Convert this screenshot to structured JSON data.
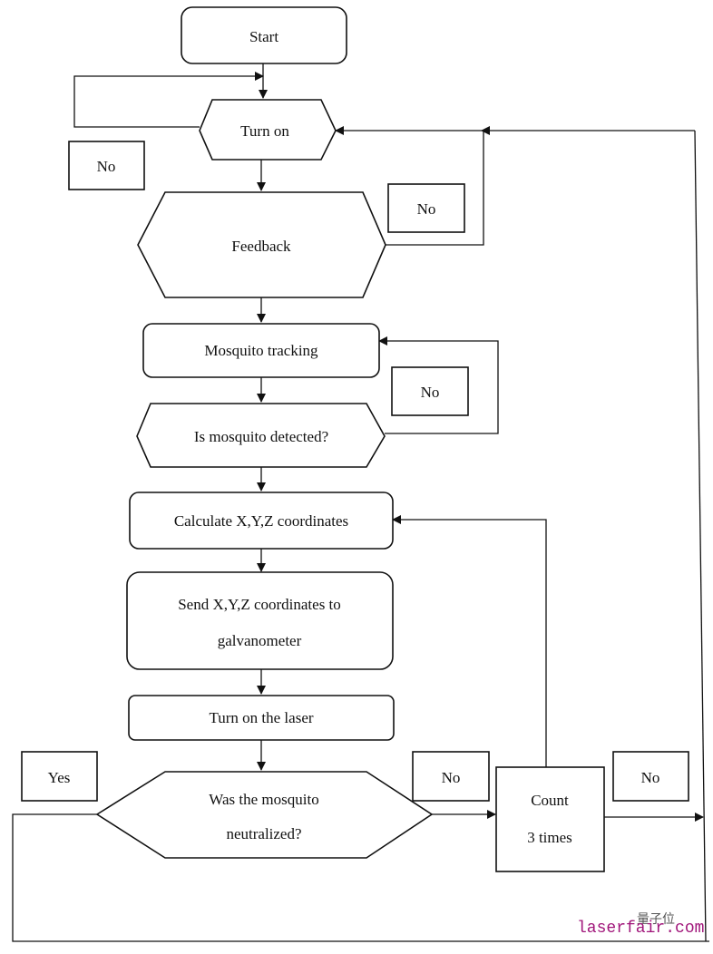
{
  "nodes": {
    "start": "Start",
    "turn_on": "Turn on",
    "feedback": "Feedback",
    "tracking": "Mosquito tracking",
    "detected": "Is mosquito detected?",
    "calc": "Calculate X,Y,Z coordinates",
    "send_l1": "Send X,Y,Z coordinates to",
    "send_l2": "galvanometer",
    "laser": "Turn on the laser",
    "neutral_l1": "Was the mosquito",
    "neutral_l2": "neutralized?",
    "count_l1": "Count",
    "count_l2": "3 times"
  },
  "labels": {
    "no_turnon": "No",
    "no_feedback": "No",
    "no_detected": "No",
    "yes_neutral": "Yes",
    "no_neutral": "No",
    "no_count": "No"
  },
  "watermark": {
    "text": "laserfair.com",
    "cn": "量子位"
  }
}
